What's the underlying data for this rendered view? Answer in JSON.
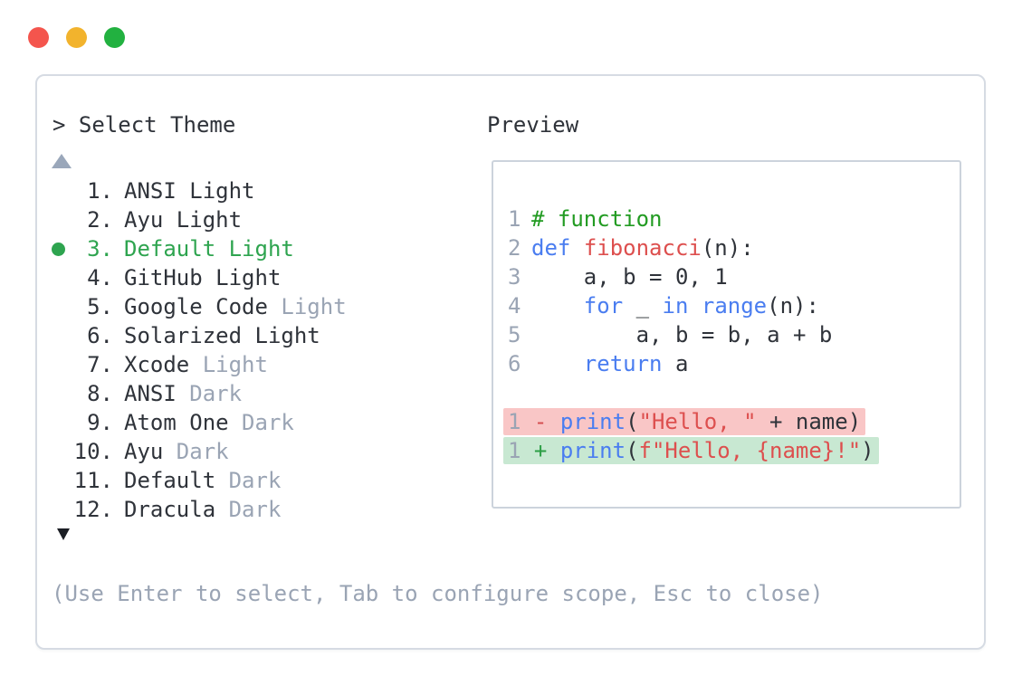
{
  "window": {
    "controls": [
      {
        "name": "close",
        "color": "#f4554d"
      },
      {
        "name": "minimize",
        "color": "#f2b32d"
      },
      {
        "name": "zoom",
        "color": "#22b140"
      }
    ]
  },
  "palette": {
    "title": "> Select Theme",
    "icons": {
      "scroll_up": "triangle-up",
      "scroll_down": "triangle-down"
    },
    "items": [
      {
        "number": "1.",
        "selected": false,
        "parts": [
          {
            "text": "ANSI Light",
            "dim": false
          }
        ]
      },
      {
        "number": "2.",
        "selected": false,
        "parts": [
          {
            "text": "Ayu Light",
            "dim": false
          }
        ]
      },
      {
        "number": "3.",
        "selected": true,
        "parts": [
          {
            "text": "Default Light",
            "dim": false
          }
        ]
      },
      {
        "number": "4.",
        "selected": false,
        "parts": [
          {
            "text": "GitHub Light",
            "dim": false
          }
        ]
      },
      {
        "number": "5.",
        "selected": false,
        "parts": [
          {
            "text": "Google Code ",
            "dim": false
          },
          {
            "text": "Light",
            "dim": true
          }
        ]
      },
      {
        "number": "6.",
        "selected": false,
        "parts": [
          {
            "text": "Solarized Light",
            "dim": false
          }
        ]
      },
      {
        "number": "7.",
        "selected": false,
        "parts": [
          {
            "text": "Xcode ",
            "dim": false
          },
          {
            "text": "Light",
            "dim": true
          }
        ]
      },
      {
        "number": "8.",
        "selected": false,
        "parts": [
          {
            "text": "ANSI ",
            "dim": false
          },
          {
            "text": "Dark",
            "dim": true
          }
        ]
      },
      {
        "number": "9.",
        "selected": false,
        "parts": [
          {
            "text": "Atom One ",
            "dim": false
          },
          {
            "text": "Dark",
            "dim": true
          }
        ]
      },
      {
        "number": "10.",
        "selected": false,
        "parts": [
          {
            "text": "Ayu ",
            "dim": false
          },
          {
            "text": "Dark",
            "dim": true
          }
        ]
      },
      {
        "number": "11.",
        "selected": false,
        "parts": [
          {
            "text": "Default ",
            "dim": false
          },
          {
            "text": "Dark",
            "dim": true
          }
        ]
      },
      {
        "number": "12.",
        "selected": false,
        "parts": [
          {
            "text": "Dracula ",
            "dim": false
          },
          {
            "text": "Dark",
            "dim": true
          }
        ]
      }
    ],
    "hint": "(Use Enter to select, Tab to configure scope, Esc to close)"
  },
  "preview": {
    "label": "Preview",
    "code_lines": [
      {
        "ln": "1",
        "tokens": [
          {
            "t": "# function",
            "c": "comment"
          }
        ]
      },
      {
        "ln": "2",
        "tokens": [
          {
            "t": "def",
            "c": "keyword"
          },
          {
            "t": " ",
            "c": "plain"
          },
          {
            "t": "fibonacci",
            "c": "function"
          },
          {
            "t": "(n):",
            "c": "plain"
          }
        ]
      },
      {
        "ln": "3",
        "tokens": [
          {
            "t": "    a, b = 0, 1",
            "c": "plain"
          }
        ]
      },
      {
        "ln": "4",
        "tokens": [
          {
            "t": "    ",
            "c": "plain"
          },
          {
            "t": "for",
            "c": "keyword"
          },
          {
            "t": " _ ",
            "c": "plain"
          },
          {
            "t": "in",
            "c": "keyword"
          },
          {
            "t": " ",
            "c": "plain"
          },
          {
            "t": "range",
            "c": "keyword"
          },
          {
            "t": "(n):",
            "c": "plain"
          }
        ]
      },
      {
        "ln": "5",
        "tokens": [
          {
            "t": "        a, b = b, a + b",
            "c": "plain"
          }
        ]
      },
      {
        "ln": "6",
        "tokens": [
          {
            "t": "    ",
            "c": "plain"
          },
          {
            "t": "return",
            "c": "keyword"
          },
          {
            "t": " a",
            "c": "plain"
          }
        ]
      },
      {
        "ln": "",
        "tokens": []
      },
      {
        "ln": "1",
        "bg": "removed",
        "tokens": [
          {
            "t": "1 ",
            "c": "line-number"
          },
          {
            "t": "- ",
            "c": "diff-minus"
          },
          {
            "t": "print",
            "c": "keyword"
          },
          {
            "t": "(",
            "c": "plain"
          },
          {
            "t": "\"Hello, \"",
            "c": "string"
          },
          {
            "t": " + name)",
            "c": "plain"
          }
        ]
      },
      {
        "ln": "1",
        "bg": "added",
        "tokens": [
          {
            "t": "1 ",
            "c": "line-number"
          },
          {
            "t": "+ ",
            "c": "diff-plus"
          },
          {
            "t": "print",
            "c": "keyword"
          },
          {
            "t": "(",
            "c": "plain"
          },
          {
            "t": "f\"Hello, {name}!\"",
            "c": "string"
          },
          {
            "t": ")",
            "c": "plain"
          }
        ]
      }
    ]
  },
  "colors": {
    "text": "#2f333a",
    "dim": "#9aa4b4",
    "select_green": "#2ea44f",
    "panel_border": "#d6dbe3",
    "box_border": "#ccd3dc",
    "scroll_up": "#9aa7ba",
    "scroll_down": "#1b1e24",
    "syntax_keyword": "#4a7df0",
    "syntax_red": "#dd4f4e",
    "syntax_comment": "#229b22",
    "diff_minus": "#d44c4e",
    "diff_plus": "#2c9e45",
    "diff_removed_bg": "#f9c6c6",
    "diff_added_bg": "#c8e8d2"
  }
}
